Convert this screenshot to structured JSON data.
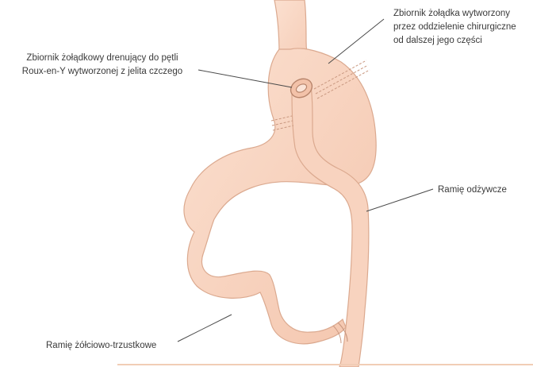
{
  "labels": {
    "gastric_pouch": [
      "Zbiornik żołądka wytworzony",
      "przez oddzielenie chirurgiczne",
      "od dalszej jego części"
    ],
    "drainage": [
      "Zbiornik żołądkowy drenujący do pętli",
      "Roux-en-Y wytworzonej z jelita czczego"
    ],
    "roux_limb": "Ramię odżywcze",
    "biliopancreatic_limb": "Ramię żółciowo-trzustkowe"
  },
  "colors": {
    "organ_fill": "#f8d3bf",
    "organ_outline": "#dba98f",
    "leader_line": "#4a4a4a",
    "staple_line": "#c99880",
    "text": "#3a3a3a"
  }
}
